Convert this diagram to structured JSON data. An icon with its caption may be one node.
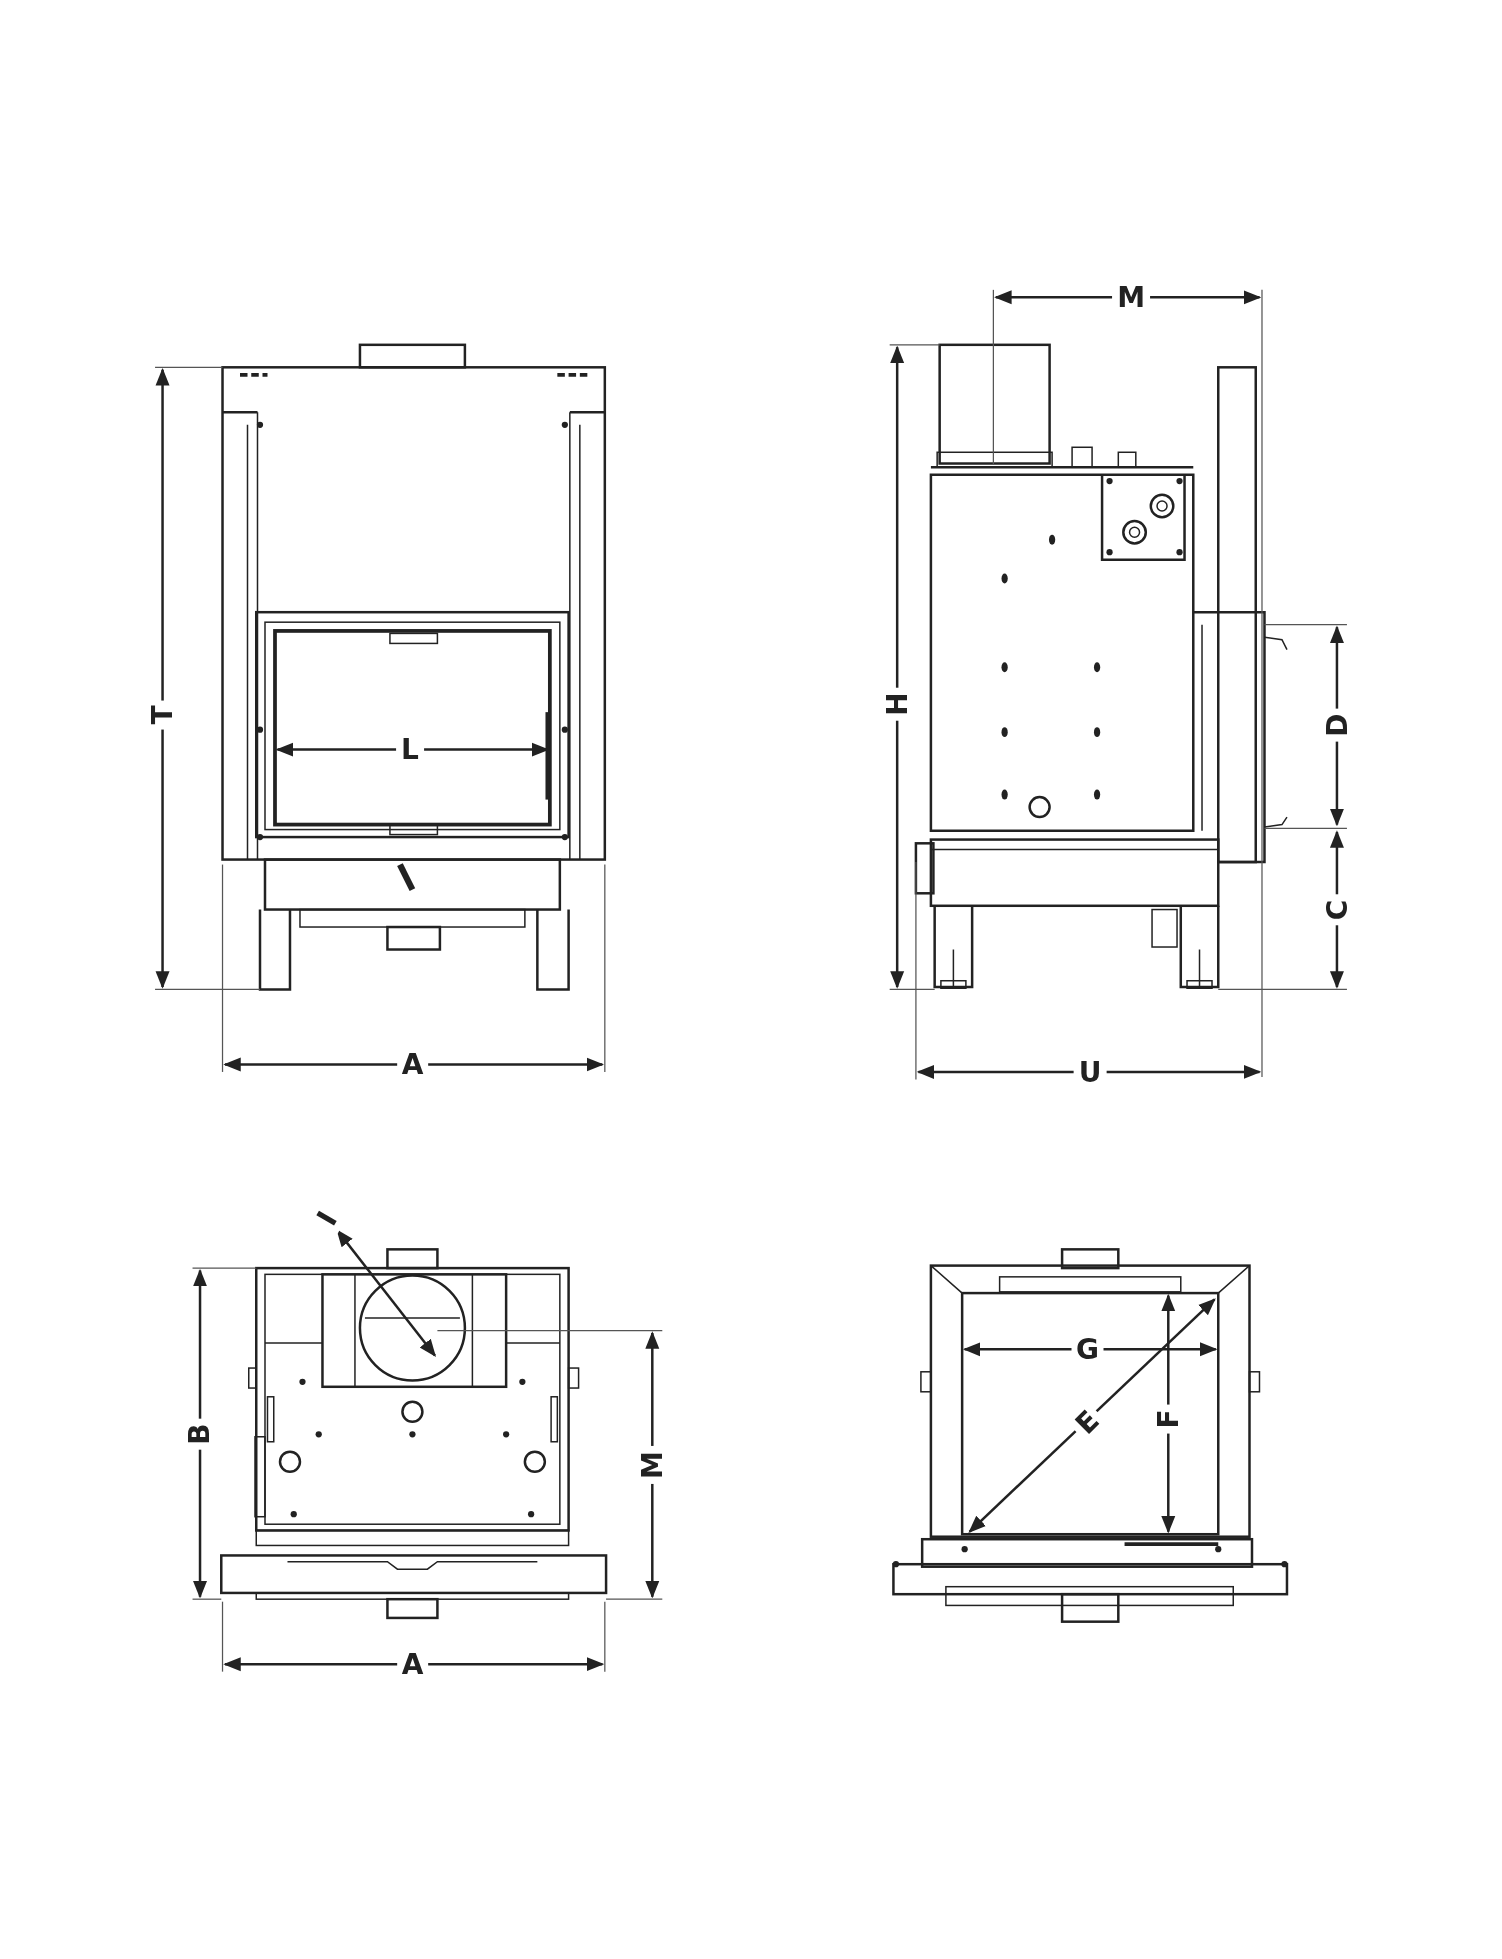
{
  "diagram": {
    "labels": [
      "M",
      "T",
      "L",
      "H",
      "D",
      "C",
      "A",
      "U",
      "I",
      "G",
      "E",
      "F",
      "B",
      "M",
      "A"
    ]
  }
}
